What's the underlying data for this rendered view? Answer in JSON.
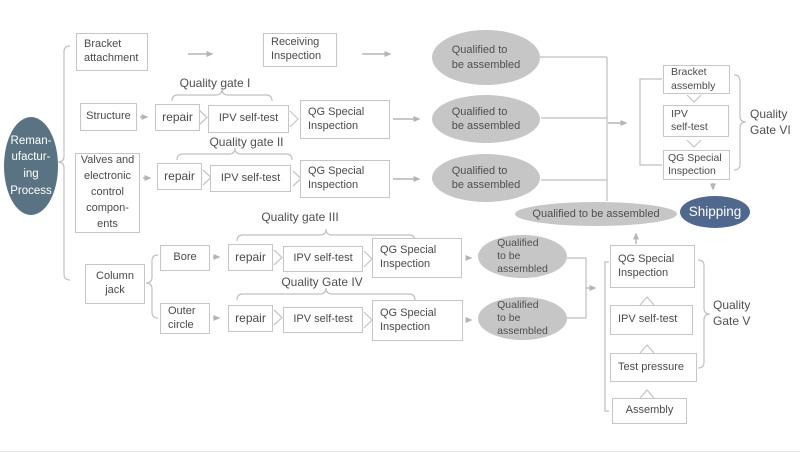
{
  "flow": {
    "process": "Reman-\nufactur-\ning\nProcess",
    "shipping": "Shipping",
    "qualified_two_line": "Qualified to\nbe assembled",
    "qualified_three_line": "Qualified\nto be\nassembled",
    "qualified_one_line": "Qualified to be assembled"
  },
  "branches": {
    "bracket_attachment": "Bracket\nattachment",
    "receiving_inspection": "Receiving\nInspection",
    "structure": "Structure",
    "valves": "Valves and\nelectronic\ncontrol\ncompon-\nents",
    "column_jack": "Column\njack",
    "bore": "Bore",
    "outer_circle": "Outer\ncircle"
  },
  "steps": {
    "repair": "repair",
    "ipv_self_test": "IPV self-test",
    "qg_special_inspection": "QG Special\nInspection"
  },
  "final_assembly": {
    "bracket_assembly": "Bracket\nassembly",
    "ipv_self_test": "IPV\nself-test",
    "qg_special_inspection": "QG Special\nInspection"
  },
  "gate_five_stack": {
    "qg_special_inspection": "QG Special\nInspection",
    "ipv_self_test": "IPV self-test",
    "test_pressure": "Test pressure",
    "assembly": "Assembly"
  },
  "gate_labels": {
    "gate1": "Quality gate I",
    "gate2": "Quality gate II",
    "gate3": "Quality gate III",
    "gate4": "Quality Gate IV",
    "gate5": "Quality\nGate V",
    "gate6": "Quality\nGate VI"
  },
  "colors": {
    "process_ellipse": "#5a7383",
    "shipping_ellipse": "#50678e",
    "qualified_ellipse": "#c6c6c6",
    "box_border": "#c6c6c6",
    "box_text": "#4a4a4a",
    "connector": "#b5b5b5"
  }
}
